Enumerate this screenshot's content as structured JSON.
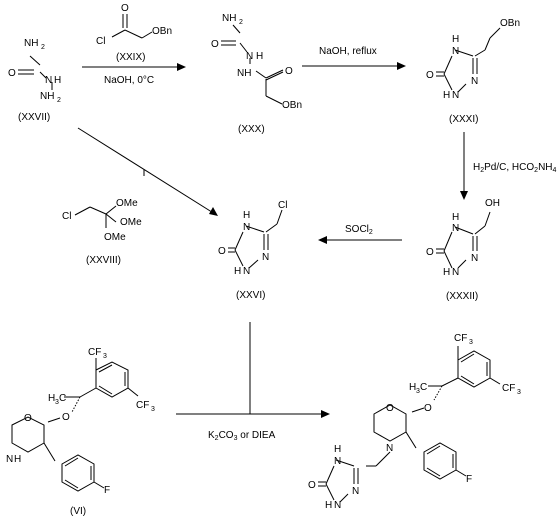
{
  "compounds": {
    "xxvii": {
      "label": "(XXVII)",
      "atoms": [
        "NH",
        "O",
        "N",
        "H",
        "NH"
      ]
    },
    "xxix": {
      "label": "(XXIX)",
      "atoms": [
        "O",
        "Cl",
        "OBn"
      ]
    },
    "xxx": {
      "label": "(XXX)",
      "atoms": [
        "NH",
        "O",
        "N",
        "H",
        "NH",
        "O",
        "OBn"
      ]
    },
    "xxxi": {
      "label": "(XXXI)",
      "atoms": [
        "H",
        "N",
        "O",
        "N",
        "N",
        "H",
        "OBn"
      ]
    },
    "xxviii": {
      "label": "(XXVIII)",
      "atoms": [
        "Cl",
        "OMe",
        "OMe",
        "OMe"
      ]
    },
    "xxvi": {
      "label": "(XXVI)",
      "atoms": [
        "H",
        "N",
        "O",
        "N",
        "N",
        "H",
        "Cl"
      ]
    },
    "xxxii": {
      "label": "(XXXII)",
      "atoms": [
        "H",
        "N",
        "O",
        "N",
        "N",
        "H",
        "OH"
      ]
    },
    "vi": {
      "label": "(VI)",
      "atoms": [
        "CF",
        "H",
        "C",
        "CF",
        "O",
        "O",
        "N",
        "H",
        "F"
      ]
    },
    "product": {
      "atoms": [
        "CF",
        "H",
        "C",
        "O",
        "O",
        "CF",
        "N",
        "H",
        "N",
        "O",
        "N",
        "N",
        "H",
        "F"
      ]
    }
  },
  "subscripts": {
    "two": "2",
    "three": "3",
    "four": "4"
  },
  "conditions": {
    "step1": "NaOH, 0°C",
    "step2": "NaOH, reflux",
    "step3_a": "H",
    "step3_b": "Pd/C, HCO",
    "step3_c": "NH",
    "step4_a": "SOCl",
    "step5_a": "K",
    "step5_b": "CO",
    "step5_c": " or DIEA"
  }
}
